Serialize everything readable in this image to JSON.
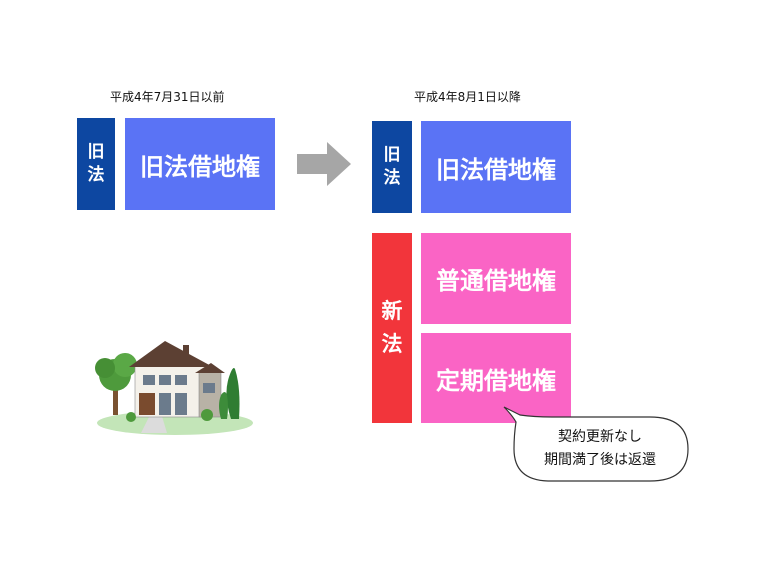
{
  "before": {
    "date_caption": "平成4年7月31日以前",
    "tag": "旧法",
    "box": "旧法借地権"
  },
  "after": {
    "date_caption": "平成4年8月1日以降",
    "old_tag": "旧法",
    "old_box": "旧法借地権",
    "new_tag": "新法",
    "new_boxes": [
      "普通借地権",
      "定期借地権"
    ]
  },
  "callout": {
    "line1": "契約更新なし",
    "line2": "期間満了後は返還"
  },
  "colors": {
    "old_tag": "#0d47a1",
    "old_box": "#5a73f5",
    "new_tag": "#f2353b",
    "new_box": "#fa64c5",
    "arrow": "#a6a6a6"
  },
  "icons": {
    "arrow": "right-arrow-icon",
    "house": "house-illustration"
  }
}
